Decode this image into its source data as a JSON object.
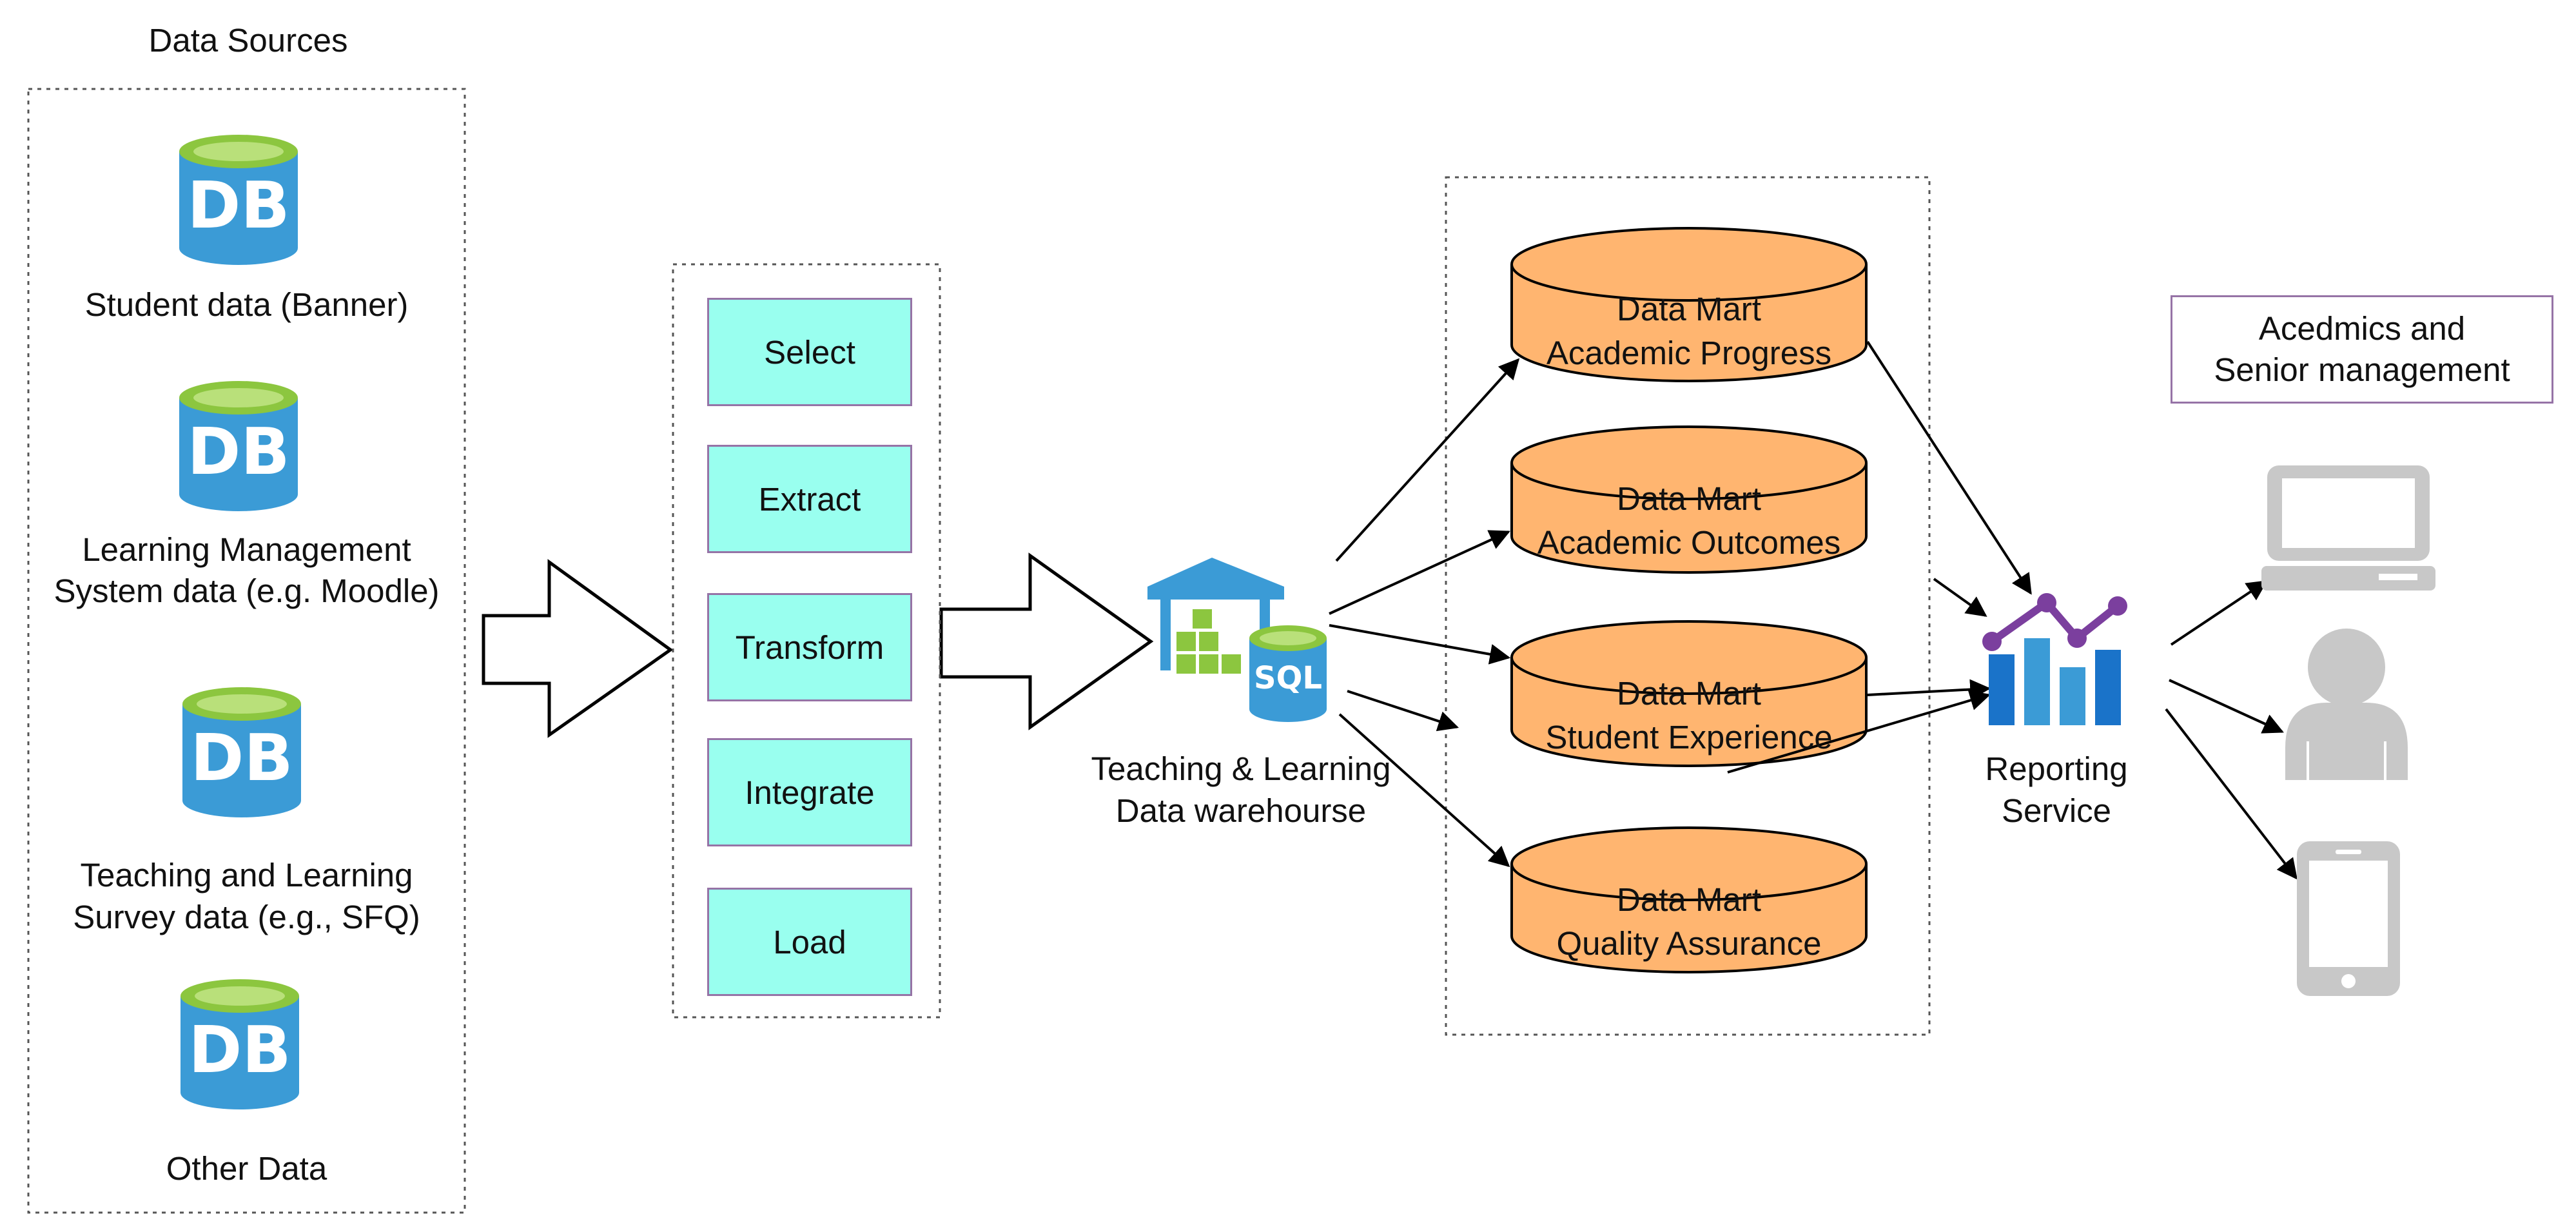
{
  "data_sources": {
    "title": "Data Sources",
    "items": [
      "Student data (Banner)",
      [
        "Learning Management",
        "System data (e.g. Moodle)"
      ],
      [
        "Teaching and Learning",
        "Survey data (e.g., SFQ)"
      ],
      "Other Data"
    ],
    "db_glyph": "DB"
  },
  "etl_steps": [
    "Select",
    "Extract",
    "Transform",
    "Integrate",
    "Load"
  ],
  "warehouse": {
    "label_line1": "Teaching & Learning",
    "label_line2": "Data warehourse",
    "sql_glyph": "SQL"
  },
  "data_marts": [
    {
      "line1": "Data Mart",
      "line2": "Academic Progress"
    },
    {
      "line1": "Data Mart",
      "line2": "Academic Outcomes"
    },
    {
      "line1": "Data Mart",
      "line2": "Student Experience"
    },
    {
      "line1": "Data Mart",
      "line2": "Quality Assurance"
    }
  ],
  "reporting": {
    "line1": "Reporting",
    "line2": "Service"
  },
  "audience": {
    "label": "Acedmics and Senior management"
  },
  "devices": [
    "desktop-computer-icon",
    "user-icon",
    "tablet-icon"
  ],
  "colors": {
    "db_blue": "#3b9bd6",
    "db_top": "#8cc63f",
    "etl_fill": "#99ffef",
    "etl_border": "#9673a6",
    "mart_fill": "#ffb570",
    "chart_purple": "#7b3f9e",
    "device_gray": "#c8c8c8"
  }
}
